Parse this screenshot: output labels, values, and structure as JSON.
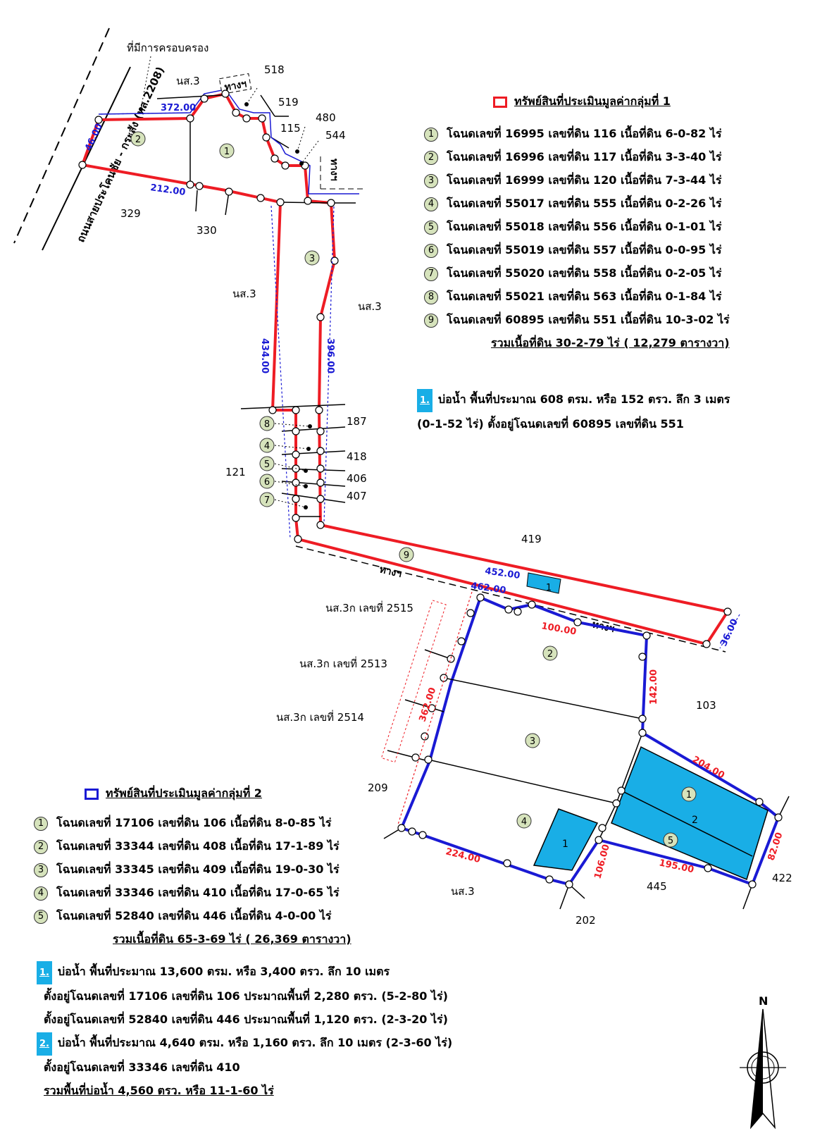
{
  "map": {
    "road_label": "ถนนสายประโคนชัย - กระสัง (ทล.2208)",
    "occupied_label": "ที่มีการครอบครอง",
    "way_label": "ทางฯ",
    "ns3": "นส.3",
    "ns3k_2515": "นส.3ก เลขที่ 2515",
    "ns3k_2513": "นส.3ก เลขที่ 2513",
    "ns3k_2514": "นส.3ก เลขที่ 2514",
    "north": "N",
    "neighbor_parcels": [
      "518",
      "519",
      "115",
      "480",
      "544",
      "329",
      "330",
      "187",
      "418",
      "406",
      "407",
      "121",
      "419",
      "103",
      "209",
      "445",
      "202",
      "422"
    ],
    "dimensions": [
      "372.00",
      "46.00",
      "212.00",
      "434.00",
      "396.00",
      "452.00",
      "462.00",
      "36.00",
      "100.00",
      "362.00",
      "142.00",
      "204.00",
      "82.00",
      "195.00",
      "106.00",
      "224.00"
    ],
    "colors": {
      "group1_boundary": "#ee1c24",
      "group2_boundary": "#1a1ad4",
      "pond": "#19aee6",
      "badge": "#d6e3bc",
      "dim_blue": "#1a1ad4",
      "dim_red": "#ee1c24"
    }
  },
  "group1": {
    "title": "ทรัพย์สินที่ประเมินมูลค่ากลุ่มที่ 1",
    "items": [
      {
        "n": "1",
        "text": "โฉนดเลขที่ 16995 เลขที่ดิน 116 เนื้อที่ดิน 6-0-82 ไร่"
      },
      {
        "n": "2",
        "text": "โฉนดเลขที่ 16996 เลขที่ดิน 117 เนื้อที่ดิน 3-3-40 ไร่"
      },
      {
        "n": "3",
        "text": "โฉนดเลขที่ 16999 เลขที่ดิน 120 เนื้อที่ดิน 7-3-44 ไร่"
      },
      {
        "n": "4",
        "text": "โฉนดเลขที่  55017 เลขที่ดิน 555 เนื้อที่ดิน 0-2-26 ไร่"
      },
      {
        "n": "5",
        "text": "โฉนดเลขที่  55018 เลขที่ดิน 556 เนื้อที่ดิน 0-1-01 ไร่"
      },
      {
        "n": "6",
        "text": "โฉนดเลขที่  55019 เลขที่ดิน 557 เนื้อที่ดิน 0-0-95 ไร่"
      },
      {
        "n": "7",
        "text": "โฉนดเลขที่  55020 เลขที่ดิน 558 เนื้อที่ดิน 0-2-05 ไร่"
      },
      {
        "n": "8",
        "text": "โฉนดเลขที่  55021 เลขที่ดิน 563 เนื้อที่ดิน 0-1-84 ไร่"
      },
      {
        "n": "9",
        "text": "โฉนดเลขที่ 60895 เลขที่ดิน 551 เนื้อที่ดิน 10-3-02 ไร่"
      }
    ],
    "total": "รวมเนื้อที่ดิน 30-2-79 ไร่ ( 12,279 ตารางวา)",
    "pond_no": "1.",
    "pond_line1": "บ่อน้ำ พื้นที่ประมาณ 608 ตรม. หรือ 152 ตรว. ลึก 3 เมตร",
    "pond_line2": "(0-1-52 ไร่) ตั้งอยู่โฉนดเลขที่ 60895 เลขที่ดิน 551"
  },
  "group2": {
    "title": "ทรัพย์สินที่ประเมินมูลค่ากลุ่มที่ 2",
    "items": [
      {
        "n": "1",
        "text": "โฉนดเลขที่ 17106 เลขที่ดิน 106 เนื้อที่ดิน 8-0-85 ไร่"
      },
      {
        "n": "2",
        "text": "โฉนดเลขที่ 33344 เลขที่ดิน 408 เนื้อที่ดิน 17-1-89 ไร่"
      },
      {
        "n": "3",
        "text": "โฉนดเลขที่ 33345 เลขที่ดิน 409 เนื้อที่ดิน 19-0-30 ไร่"
      },
      {
        "n": "4",
        "text": "โฉนดเลขที่ 33346 เลขที่ดิน 410 เนื้อที่ดิน 17-0-65 ไร่"
      },
      {
        "n": "5",
        "text": "โฉนดเลขที่ 52840 เลขที่ดิน 446 เนื้อที่ดิน 4-0-00 ไร่"
      }
    ],
    "total": "รวมเนื้อที่ดิน 65-3-69 ไร่ ( 26,369 ตารางวา)",
    "pond1_no": "1.",
    "pond1_line1": "บ่อน้ำ พื้นที่ประมาณ 13,600 ตรม. หรือ 3,400 ตรว. ลึก 10 เมตร",
    "pond1_line2": "ตั้งอยู่โฉนดเลขที่ 17106 เลขที่ดิน 106 ประมาณพื้นที่ 2,280 ตรว. (5-2-80 ไร่)",
    "pond1_line3": "ตั้งอยู่โฉนดเลขที่ 52840 เลขที่ดิน 446 ประมาณพื้นที่ 1,120 ตรว. (2-3-20 ไร่)",
    "pond2_no": "2.",
    "pond2_line1": "บ่อน้ำ พื้นที่ประมาณ 4,640 ตรม. หรือ 1,160 ตรว. ลึก 10 เมตร (2-3-60 ไร่)",
    "pond2_line2": "ตั้งอยู่โฉนดเลขที่ 33346 เลขที่ดิน 410",
    "pond_total": "รวมพื้นที่บ่อน้ำ 4,560 ตรว. หรือ 11-1-60 ไร่"
  }
}
